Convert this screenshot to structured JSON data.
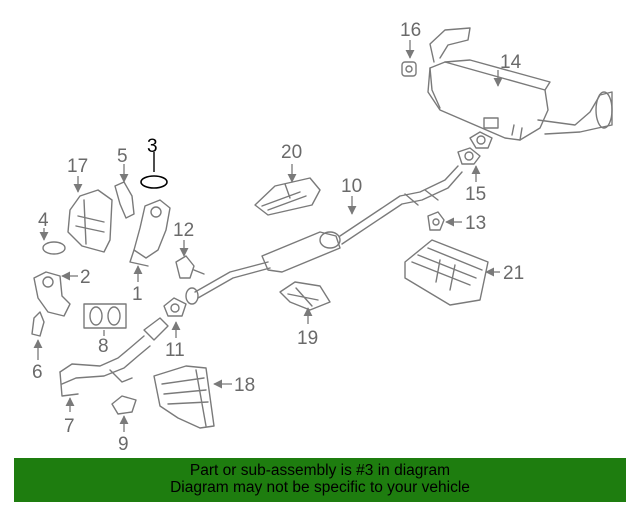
{
  "diagram": {
    "callouts": {
      "c1": "1",
      "c2": "2",
      "c3": "3",
      "c4": "4",
      "c5": "5",
      "c6": "6",
      "c7": "7",
      "c8": "8",
      "c9": "9",
      "c10": "10",
      "c11": "11",
      "c12": "12",
      "c13": "13",
      "c14": "14",
      "c15": "15",
      "c16": "16",
      "c17": "17",
      "c18": "18",
      "c19": "19",
      "c20": "20",
      "c21": "21"
    },
    "highlighted_part": "3",
    "colors": {
      "line": "#7a7a7a",
      "highlight": "#000000",
      "banner": "#1e7d0f"
    }
  },
  "banner": {
    "line1": "Part or sub-assembly is #3 in diagram",
    "line2": "Diagram may not be specific to your vehicle"
  }
}
